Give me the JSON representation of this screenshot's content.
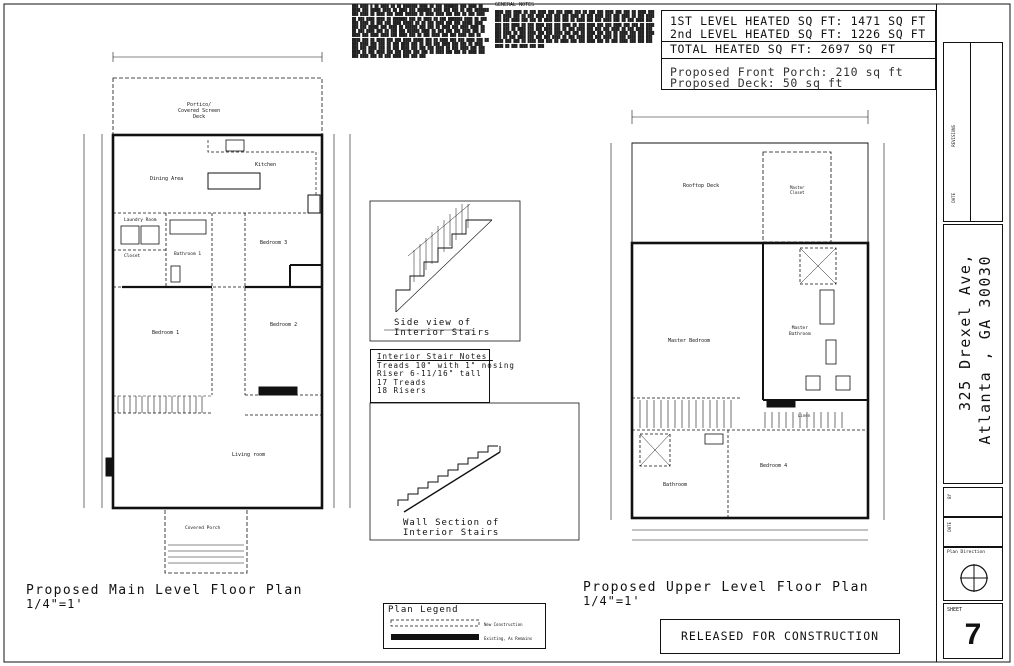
{
  "area_schedule": {
    "first_level": "1ST LEVEL HEATED SQ FT: 1471  SQ FT",
    "second_level": "2nd LEVEL HEATED SQ FT: 1226  SQ FT",
    "total": "TOTAL HEATED SQ FT:  2697 SQ FT",
    "porch": "Proposed Front Porch: 210 sq ft",
    "deck": "Proposed Deck: 50 sq ft"
  },
  "main_plan": {
    "title": "Proposed Main Level Floor Plan",
    "scale": "1/4\"=1'",
    "rooms": {
      "porch": "Portico/\nCovered Screen\nDeck",
      "dining": "Dining Area",
      "kitchen": "Kitchen",
      "laundry": "Laundry Room",
      "closet": "Closet",
      "bathroom1": "Bathroom 1",
      "bedroom3": "Bedroom 3",
      "bedroom1": "Bedroom 1",
      "bedroom2": "Bedroom 2",
      "living": "Living room",
      "covered_porch": "Covered Porch"
    }
  },
  "upper_plan": {
    "title": "Proposed Upper Level Floor Plan",
    "scale": "1/4\"=1'",
    "rooms": {
      "rooftop": "Rooftop Deck",
      "master_bed": "Master Bedroom",
      "master_bath": "Master\nBathroom",
      "master_closet": "Master\nCloset",
      "bedroom4": "Bedroom 4",
      "bathroom": "Bathroom",
      "linen": "Linen"
    }
  },
  "stair_side": {
    "caption1": "Side view of",
    "caption2": "Interior Stairs"
  },
  "stair_notes": {
    "title": "Interior Stair Notes:",
    "line1": "Treads 10\" with 1\" nosing",
    "line2": "Riser 6-11/16\" tall",
    "line3": "17 Treads",
    "line4": "18 Risers"
  },
  "wall_section": {
    "caption1": "Wall Section of",
    "caption2": "Interior Stairs"
  },
  "legend": {
    "title": "Plan Legend",
    "new": "New Construction",
    "existing": "Existing, As Remains"
  },
  "released": "RELEASED FOR CONSTRUCTION",
  "title_block": {
    "address1": "325 Drexel Ave,",
    "address2": "Atlanta , GA 30030",
    "plan_direction": "Plan Direction",
    "sheet_label": "SHEET",
    "sheet_number": "7",
    "date_label": "DATE",
    "rev_label": "REVISIONS",
    "by_label": "BY"
  },
  "notes": {
    "general_title": "GENERAL NOTES"
  }
}
